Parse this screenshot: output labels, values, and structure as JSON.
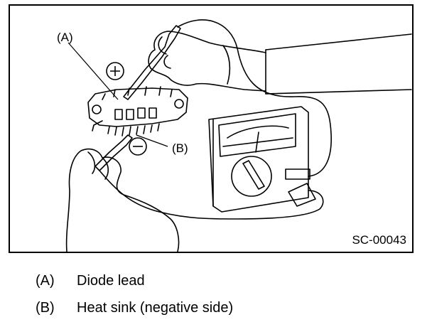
{
  "figure": {
    "callouts": {
      "a": "(A)",
      "b": "(B)"
    },
    "symbols": {
      "plus": "⊕",
      "minus": "⊖"
    },
    "reference_code": "SC-00043"
  },
  "legend": [
    {
      "key": "(A)",
      "text": "Diode lead"
    },
    {
      "key": "(B)",
      "text": "Heat sink (negative side)"
    }
  ]
}
